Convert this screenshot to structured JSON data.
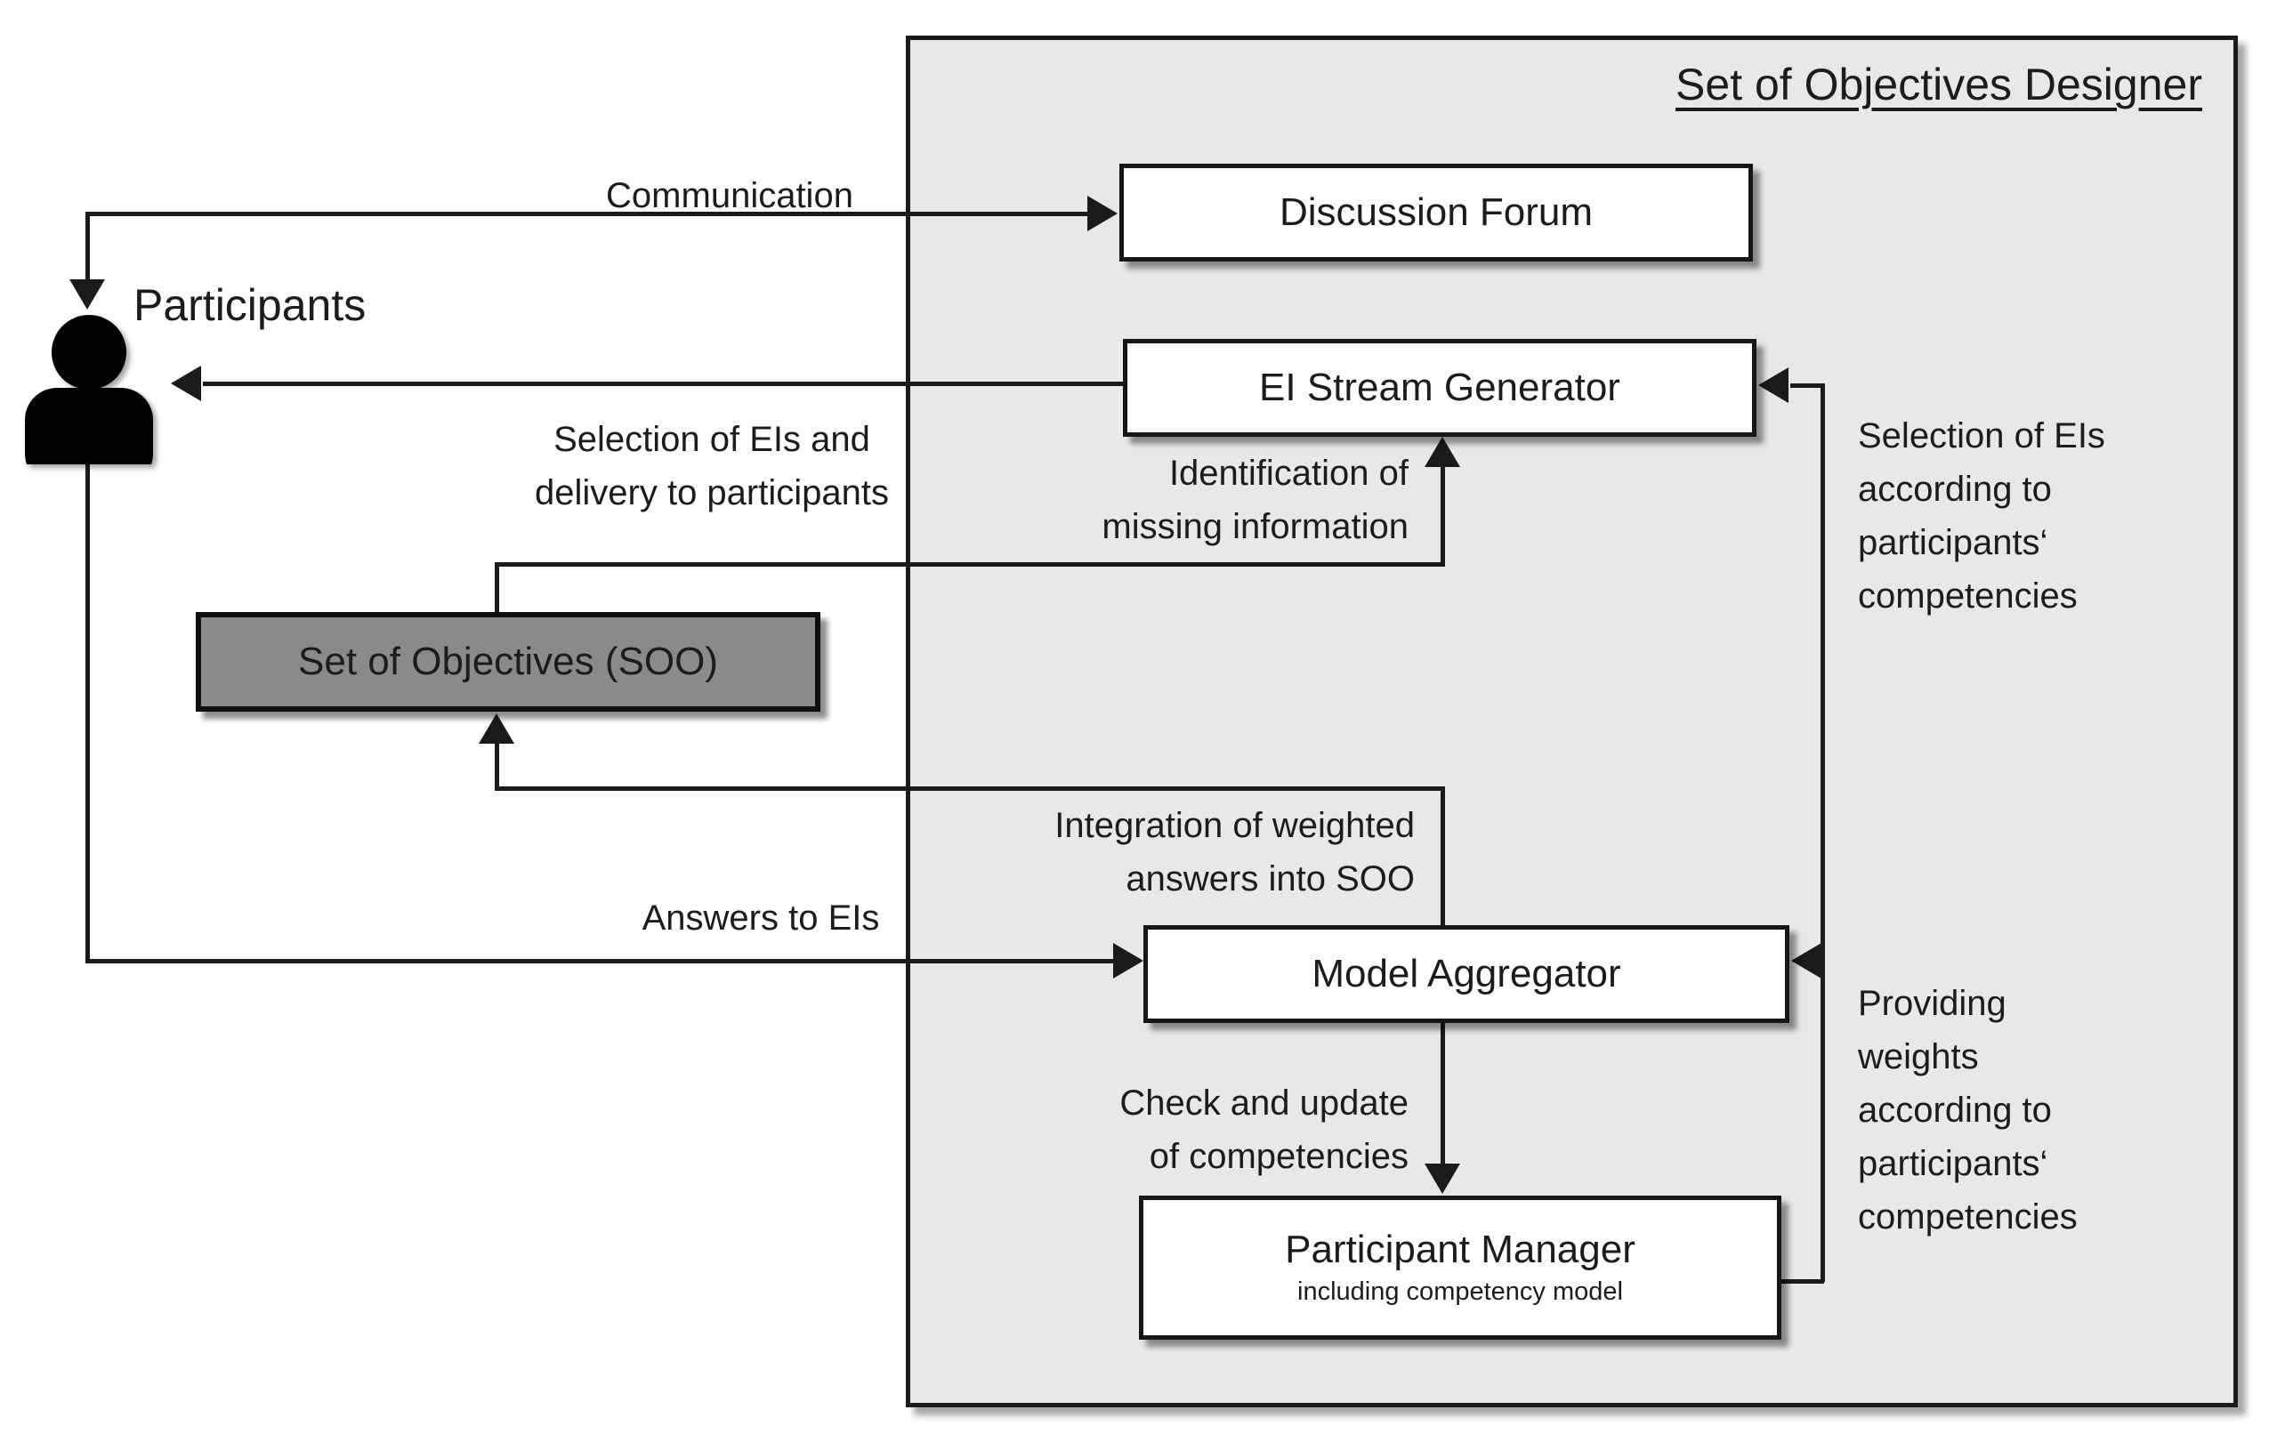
{
  "diagram": {
    "title": "Set of Objectives Designer",
    "actor": {
      "label": "Participants",
      "icon": "person-icon"
    },
    "nodes": {
      "discussion_forum": "Discussion Forum",
      "ei_stream_generator": "EI Stream Generator",
      "model_aggregator": "Model Aggregator",
      "participant_manager": "Participant Manager",
      "participant_manager_sub": "including competency model",
      "soo": "Set of Objectives (SOO)"
    },
    "edge_labels": {
      "communication": "Communication",
      "selection_delivery": "Selection of EIs and\ndelivery to participants",
      "identification": "Identification of\nmissing information",
      "selection_competencies": "Selection of EIs\naccording to\nparticipants‘\ncompetencies",
      "integration": "Integration of weighted\nanswers into SOO",
      "answers": "Answers to EIs",
      "check_update": "Check and update\nof competencies",
      "providing_weights": "Providing\nweights\naccording to\nparticipants‘\ncompetencies"
    },
    "colors": {
      "container_fill": "#e9e8e8",
      "soo_fill": "#8a8a8a",
      "box_fill": "#ffffff",
      "line": "#1b1b1b",
      "text": "#1c1c1c"
    }
  }
}
